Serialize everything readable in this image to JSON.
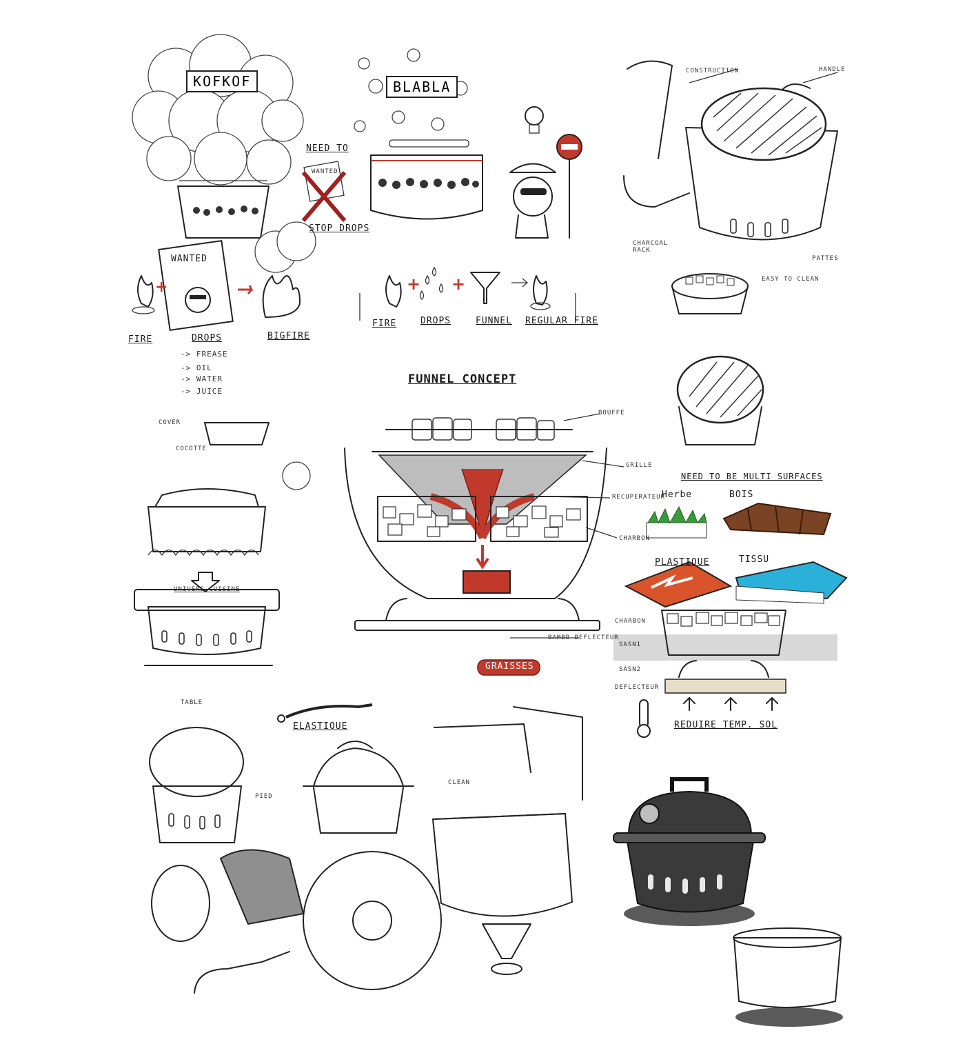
{
  "labels": {
    "kofkof": "KOFKOF",
    "blabla": "BLABLA",
    "need_to": "NEED TO",
    "wanted_small": "WANTED",
    "stop_drops": "STOP DROPS",
    "wanted": "WANTED",
    "fire": "FIRE",
    "drops": "DROPS",
    "big_fire": "BIGFIRE",
    "drops_list": [
      "-> FREASE",
      "-> OIL",
      "-> WATER",
      "-> JUICE"
    ],
    "flow": [
      "FIRE",
      "DROPS",
      "FUNNEL",
      "REGULAR FIRE"
    ],
    "construction": "CONSTRUCTION",
    "handle": "HANDLE",
    "charcoal_rack": "CHARCOAL RACK",
    "easy_to_clean": "EASY TO CLEAN",
    "pattes": "PATTES",
    "funnel_concept": "FUNNEL CONCEPT",
    "bouffe": "BOUFFE",
    "grille": "GRILLE",
    "recuperateur": "RECUPERATEUR",
    "charbon": "CHARBON",
    "bambo_deflecteur": "BAMBO DEFLECTEUR",
    "graisses": "GRAISSES",
    "cover": "COVER",
    "cocotte": "COCOTTE",
    "univers_cuisine": "UNIVERS CUISINE",
    "table": "TABLE",
    "multi_surfaces": "NEED TO BE MULTI SURFACES",
    "herbe": "Herbe",
    "bois": "BOIS",
    "plastique": "PLASTIQUE",
    "tissu": "TISSU",
    "charbon2": "CHARBON",
    "sasn1": "SASN1",
    "sasn2": "SASN2",
    "deflecteur": "DEFLECTEUR",
    "reduire": "REDUIRE TEMP. SOL",
    "elastique": "ELASTIQUE",
    "pied": "PIED",
    "clean": "CLEAN"
  },
  "colors": {
    "ink": "#222222",
    "red": "#c0392b",
    "dark_red": "#8b1a1a",
    "grill_black": "#3a3a3a",
    "wood": "#7a4424",
    "grass": "#3a9a3a",
    "plastic": "#d9532b",
    "fabric": "#2bb0d9",
    "grey_fill": "#8f8f8f"
  }
}
